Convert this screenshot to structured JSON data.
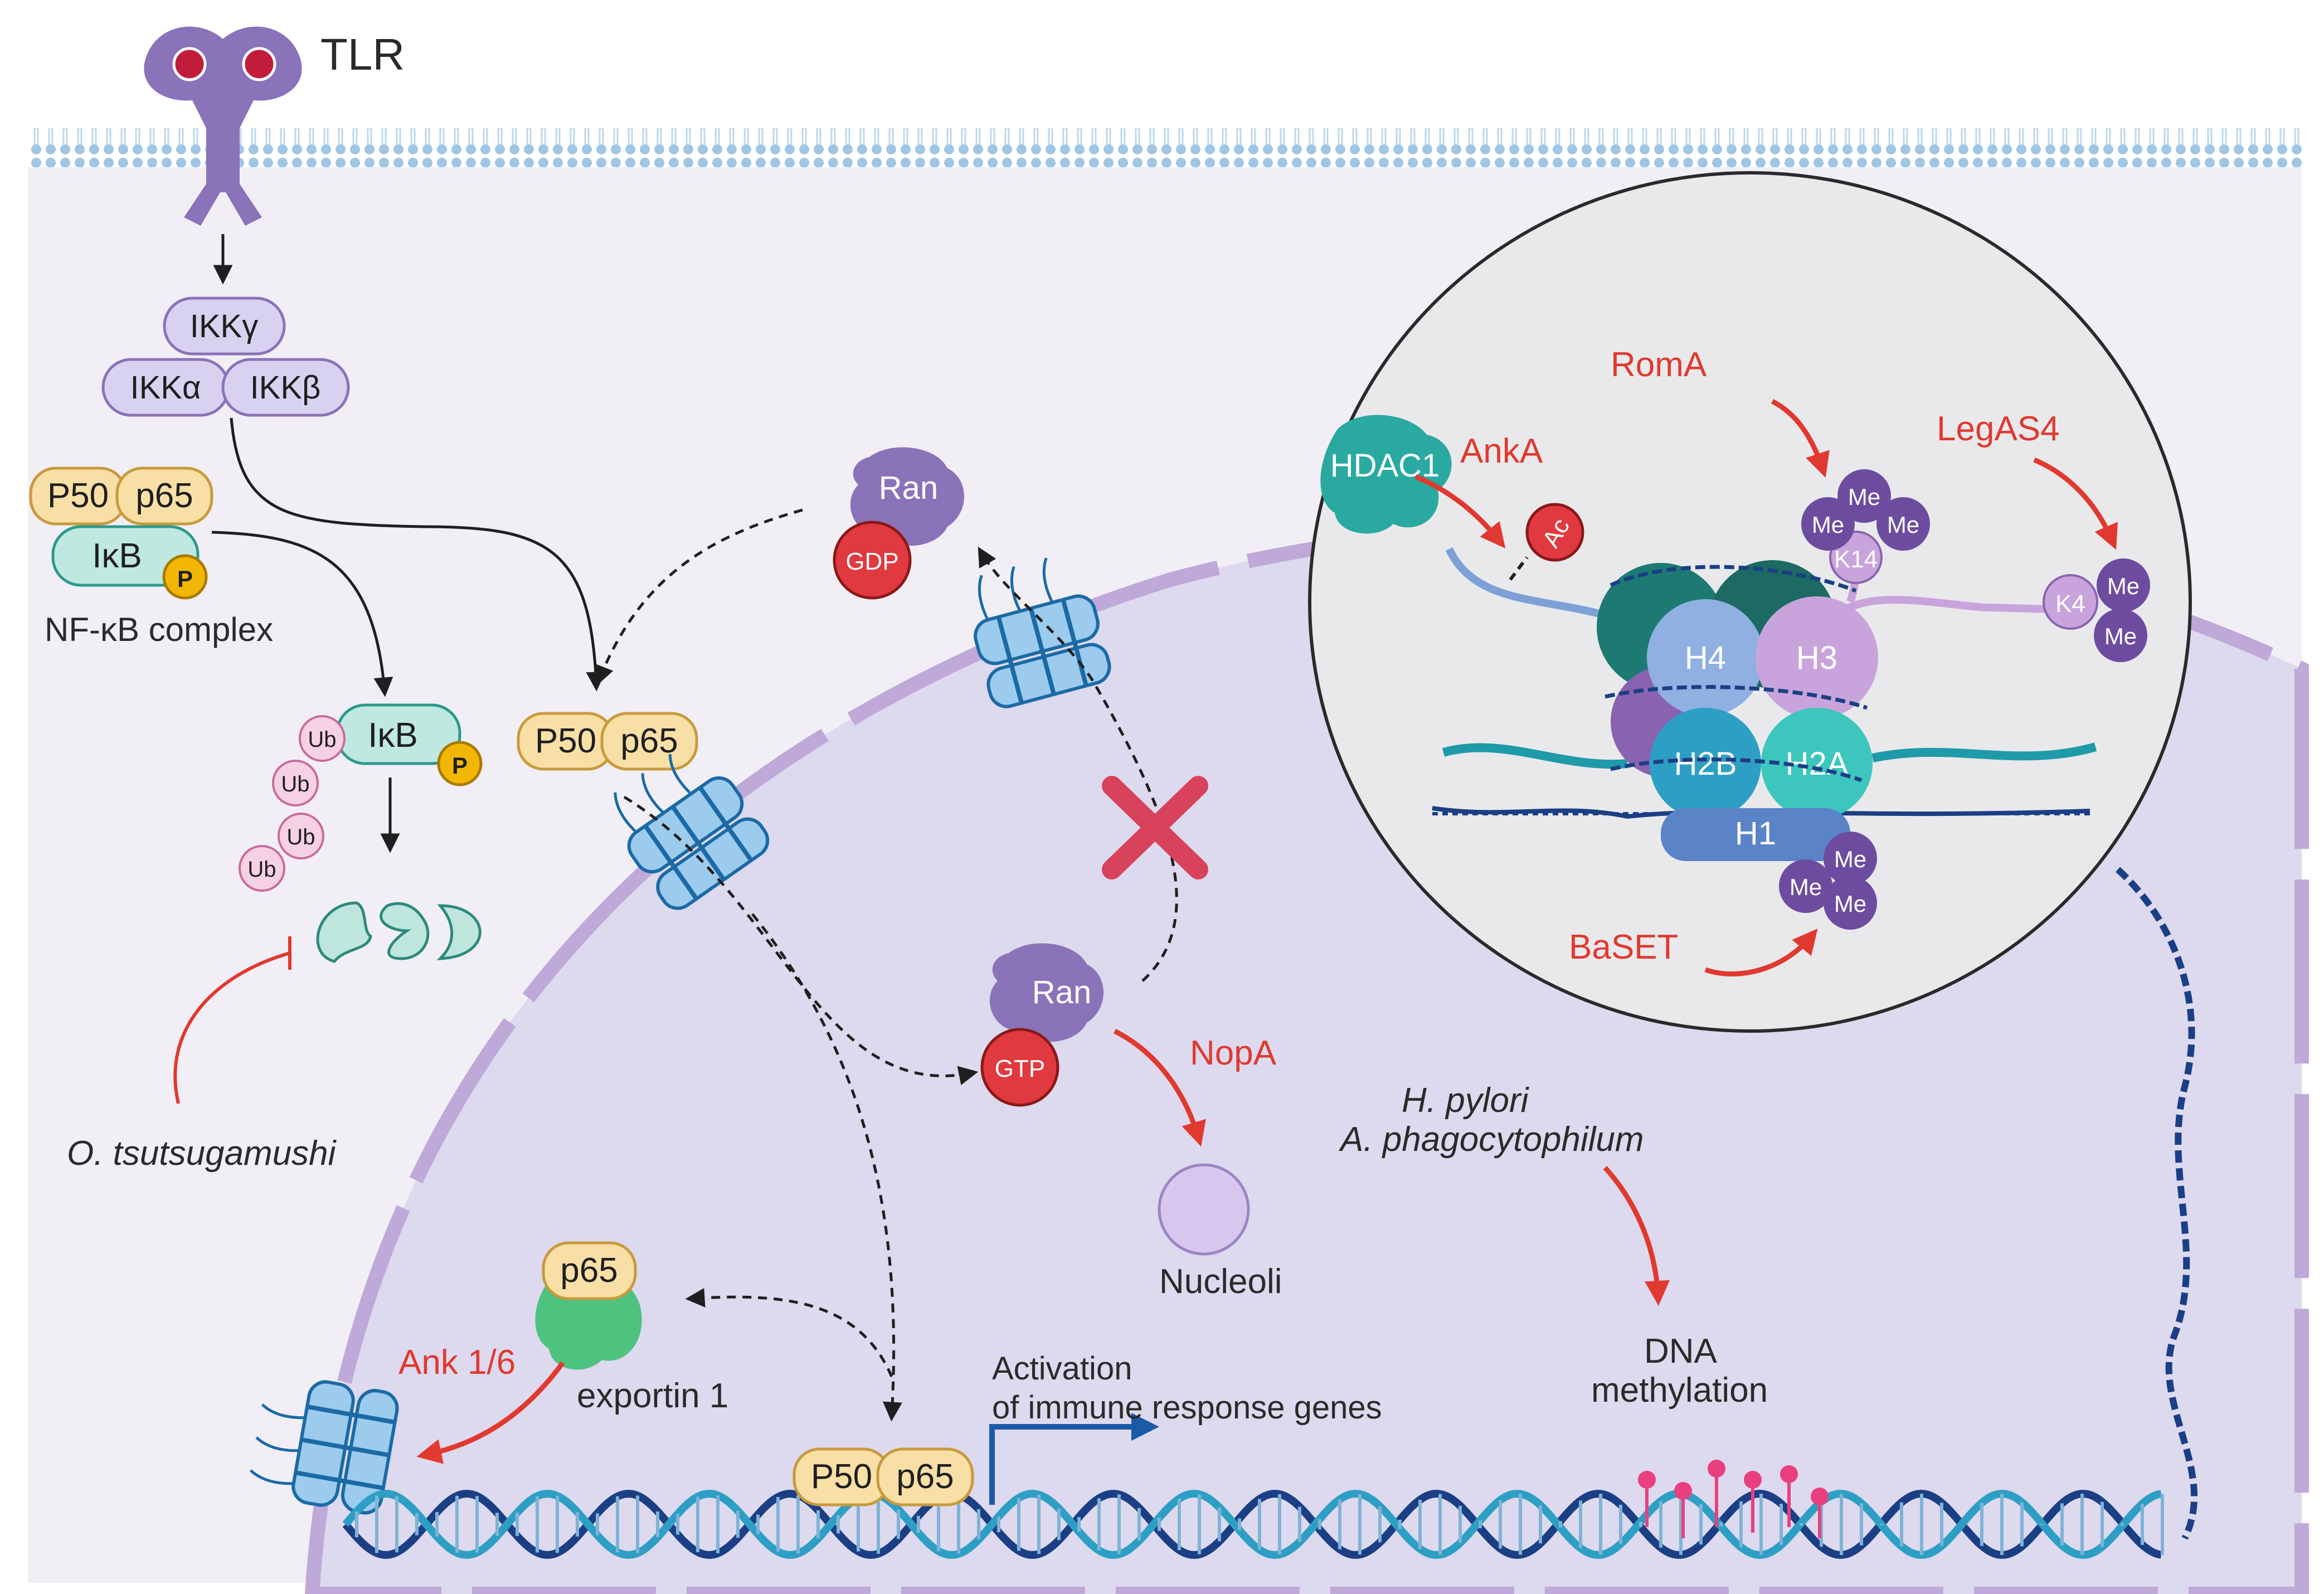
{
  "colors": {
    "membrane": "#9fc6e4",
    "cytoplasm": "#f1eef6",
    "nucleus": "#ddd9ee",
    "nuclear_envelope": "#bfa9d8",
    "zoom_circle": "#e9e9ec",
    "ikk_fill": "#d8d2f0",
    "nfkb_fill": "#f8dfa6",
    "ikb_fill": "#bfe8e1",
    "phospho": "#f2b705",
    "ub_fill": "#f6d0e3",
    "proteasome": "#bfe6dc",
    "ran": "#8a73b8",
    "gdp_gtp": "#e0393f",
    "export_green": "#4ec27f",
    "red_text": "#e0392f",
    "dna_dark": "#1b3f85",
    "dna_light": "#2e9fc4",
    "methyl": "#e8407f",
    "me_fill": "#6d4ca0",
    "hdac": "#2aa9a0",
    "nucleoli": "#d9c6ee"
  },
  "receptor": {
    "label": "TLR",
    "icon": "tlr-receptor-icon"
  },
  "ikk": {
    "gamma": "IKKγ",
    "alpha": "IKKα",
    "beta": "IKKβ"
  },
  "nfkb_complex": {
    "p50": "P50",
    "p65": "p65",
    "ikb": "IκB",
    "phospho": "P",
    "label": "NF-κB complex"
  },
  "ubiquitination": {
    "ikb": "IκB",
    "phospho": "P",
    "ub": [
      "Ub",
      "Ub",
      "Ub",
      "Ub"
    ],
    "proteasome_icon": "proteasome-icon"
  },
  "free_dimer": {
    "p50": "P50",
    "p65": "p65"
  },
  "ran_gdp": {
    "ran": "Ran",
    "nucleotide": "GDP"
  },
  "ran_gtp": {
    "ran": "Ran",
    "nucleotide": "GTP"
  },
  "block_icon": "red-cross-icon",
  "effectors": {
    "orientia": "O. tsutsugamushi",
    "ank": "Ank 1/6",
    "nopa": "NopA",
    "hpylori": "H. pylori",
    "aphago": "A. phagocytophilum",
    "roma": "RomA",
    "ankA": "AnkA",
    "legas4": "LegAS4",
    "baset": "BaSET"
  },
  "export": {
    "p65": "p65",
    "exportin": "exportin 1"
  },
  "nucleoli": {
    "label": "Nucleoli"
  },
  "dna_binding": {
    "p50": "P50",
    "p65": "p65",
    "activation_line1": "Activation",
    "activation_line2": "of immune response genes"
  },
  "methylation": {
    "line1": "DNA",
    "line2": "methylation"
  },
  "zoom": {
    "hdac1": "HDAC1",
    "ac": "Ac",
    "histones": {
      "h4": "H4",
      "h3": "H3",
      "h2b": "H2B",
      "h2a": "H2A",
      "h1": "H1"
    },
    "k14": "K14",
    "k4": "K4",
    "me": "Me"
  }
}
